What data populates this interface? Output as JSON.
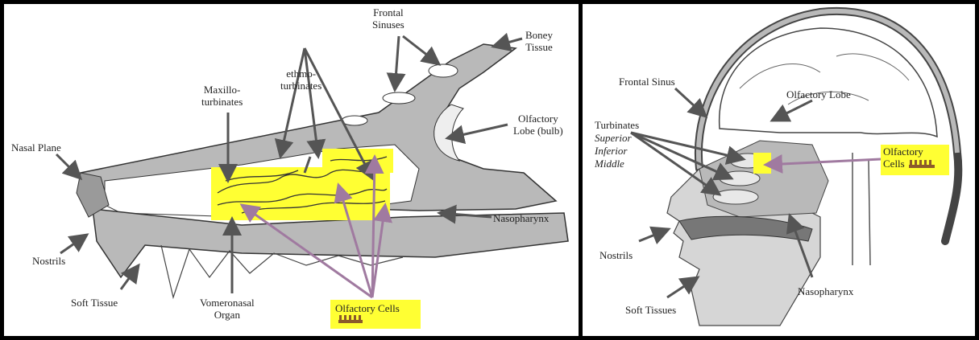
{
  "left_diagram": {
    "labels": {
      "frontal_sinuses": "Frontal\nSinuses",
      "boney_tissue": "Boney\nTissue",
      "ethmo_turbinates": "ethmo-\nturbinates",
      "maxillo_turbinates": "Maxillo-\nturbinates",
      "olfactory_lobe": "Olfactory\nLobe (bulb)",
      "nasal_plane": "Nasal Plane",
      "nasopharynx": "Nasopharynx",
      "nostrils": "Nostrils",
      "soft_tissue": "Soft Tissue",
      "vomeronasal_organ": "Vomeronasal\nOrgan",
      "olfactory_cells": "Olfactory Cells"
    }
  },
  "right_diagram": {
    "labels": {
      "frontal_sinus": "Frontal Sinus",
      "olfactory_lobe": "Olfactory Lobe",
      "turbinates": "Turbinates",
      "superior": "Superior",
      "inferior": "Inferior",
      "middle": "Middle",
      "olfactory_cells": "Olfactory\nCells",
      "nostrils": "Nostrils",
      "nasopharynx": "Nasopharynx",
      "soft_tissues": "Soft Tissues"
    }
  },
  "colors": {
    "tissue": "#b9b9b9",
    "tissue_dark": "#9a9a9a",
    "highlight": "#ffff33",
    "arrow": "#555555",
    "purple_arrow": "#a07aa0",
    "cell_icon": "#8b5a2b"
  }
}
